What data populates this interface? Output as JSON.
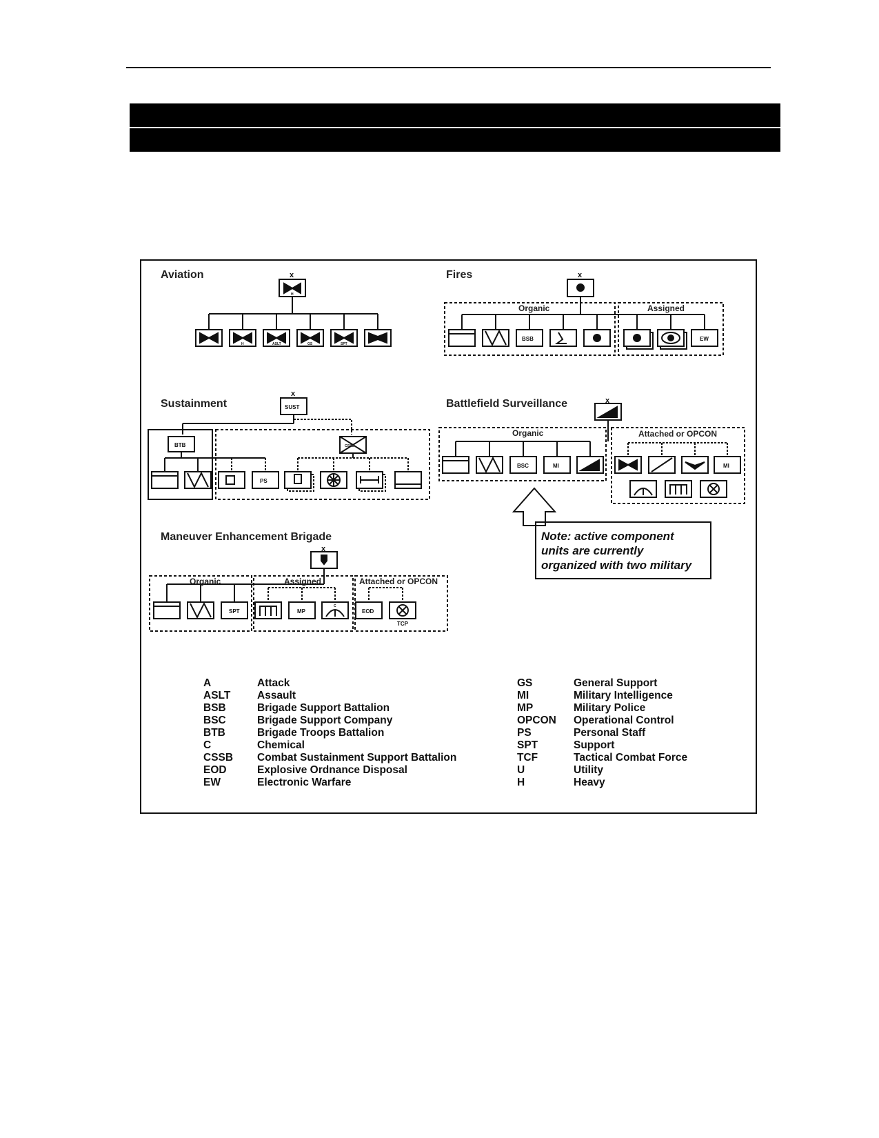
{
  "diagram": {
    "sections": {
      "aviation": {
        "title": "Aviation",
        "hq_label": "H",
        "units": [
          {
            "icon": "aviation-icon",
            "label": ""
          },
          {
            "icon": "aviation-heavy-icon",
            "label": "H"
          },
          {
            "icon": "aviation-assault-icon",
            "label": "ASLT"
          },
          {
            "icon": "aviation-general-support-icon",
            "label": "GS"
          },
          {
            "icon": "aviation-support-icon",
            "label": "SPT"
          },
          {
            "icon": "aviation-attack-icon",
            "label": ""
          }
        ]
      },
      "fires": {
        "title": "Fires",
        "organic_label": "Organic",
        "assigned_label": "Assigned",
        "units": [
          {
            "icon": "headquarters-company-icon",
            "label": ""
          },
          {
            "icon": "signal-icon",
            "label": ""
          },
          {
            "icon": "brigade-support-battalion-icon",
            "label": "BSB"
          },
          {
            "icon": "target-acquisition-icon",
            "label": ""
          },
          {
            "icon": "field-artillery-icon",
            "label": ""
          },
          {
            "icon": "field-artillery-assigned-icon",
            "label": ""
          },
          {
            "icon": "air-defense-icon",
            "label": ""
          },
          {
            "icon": "electronic-warfare-icon",
            "label": "EW"
          }
        ]
      },
      "sustainment": {
        "title": "Sustainment",
        "hq_label": "SUST",
        "btb_label": "BTB",
        "cssb_label": "CSSB",
        "ps_label": "PS"
      },
      "battlefield_surveillance": {
        "title": "Battlefield Surveillance",
        "organic_label": "Organic",
        "attached_label": "Attached or OPCON",
        "bsc_label": "BSC",
        "mi_label": "MI"
      },
      "maneuver_enhancement": {
        "title": "Maneuver Enhancement Brigade",
        "organic_label": "Organic",
        "assigned_label": "Assigned",
        "attached_label": "Attached or OPCON",
        "spt_label": "SPT",
        "mp_label": "MP",
        "eod_label": "EOD",
        "tcp_label": "TCP",
        "chem_label": "C"
      }
    },
    "echelon_marker": "x",
    "note": {
      "lines": [
        "Note: active component",
        "units are currently",
        "organized with two military"
      ]
    },
    "legend_left": [
      {
        "abbr": "A",
        "meaning": "Attack"
      },
      {
        "abbr": "ASLT",
        "meaning": "Assault"
      },
      {
        "abbr": "BSB",
        "meaning": "Brigade Support Battalion"
      },
      {
        "abbr": "BSC",
        "meaning": "Brigade Support Company"
      },
      {
        "abbr": "BTB",
        "meaning": "Brigade Troops Battalion"
      },
      {
        "abbr": "C",
        "meaning": "Chemical"
      },
      {
        "abbr": "CSSB",
        "meaning": "Combat Sustainment Support Battalion"
      },
      {
        "abbr": "EOD",
        "meaning": "Explosive Ordnance Disposal"
      },
      {
        "abbr": "EW",
        "meaning": "Electronic Warfare"
      }
    ],
    "legend_right": [
      {
        "abbr": "GS",
        "meaning": "General Support"
      },
      {
        "abbr": "MI",
        "meaning": "Military Intelligence"
      },
      {
        "abbr": "MP",
        "meaning": "Military Police"
      },
      {
        "abbr": "OPCON",
        "meaning": "Operational Control"
      },
      {
        "abbr": "PS",
        "meaning": "Personal Staff"
      },
      {
        "abbr": "SPT",
        "meaning": "Support"
      },
      {
        "abbr": "TCF",
        "meaning": "Tactical Combat Force"
      },
      {
        "abbr": "U",
        "meaning": "Utility"
      },
      {
        "abbr": "H",
        "meaning": "Heavy"
      }
    ]
  }
}
